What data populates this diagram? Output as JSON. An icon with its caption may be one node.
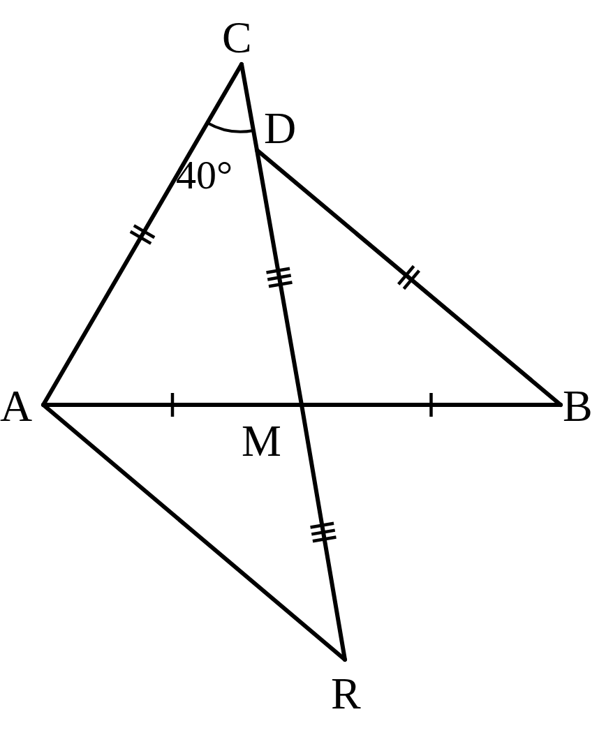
{
  "diagram": {
    "nodes": [
      {
        "text": [
          "C"
        ]
      },
      {
        "text": [
          "D"
        ]
      },
      {
        "text": [
          "A"
        ]
      },
      {
        "text": [
          "B"
        ]
      },
      {
        "text": [
          "M"
        ]
      },
      {
        "text": [
          "R"
        ]
      }
    ],
    "edges": [
      {
        "from": 2,
        "to": 0,
        "arrow": "none"
      },
      {
        "from": 0,
        "to": 1,
        "arrow": "none"
      },
      {
        "from": 1,
        "to": 3,
        "arrow": "none"
      },
      {
        "from": 1,
        "to": 4,
        "arrow": "none"
      },
      {
        "from": 2,
        "to": 4,
        "arrow": "none"
      },
      {
        "from": 4,
        "to": 3,
        "arrow": "none"
      },
      {
        "from": 4,
        "to": 5,
        "arrow": "none"
      },
      {
        "from": 2,
        "to": 5,
        "arrow": "none"
      }
    ],
    "labels": [
      "40°"
    ]
  }
}
